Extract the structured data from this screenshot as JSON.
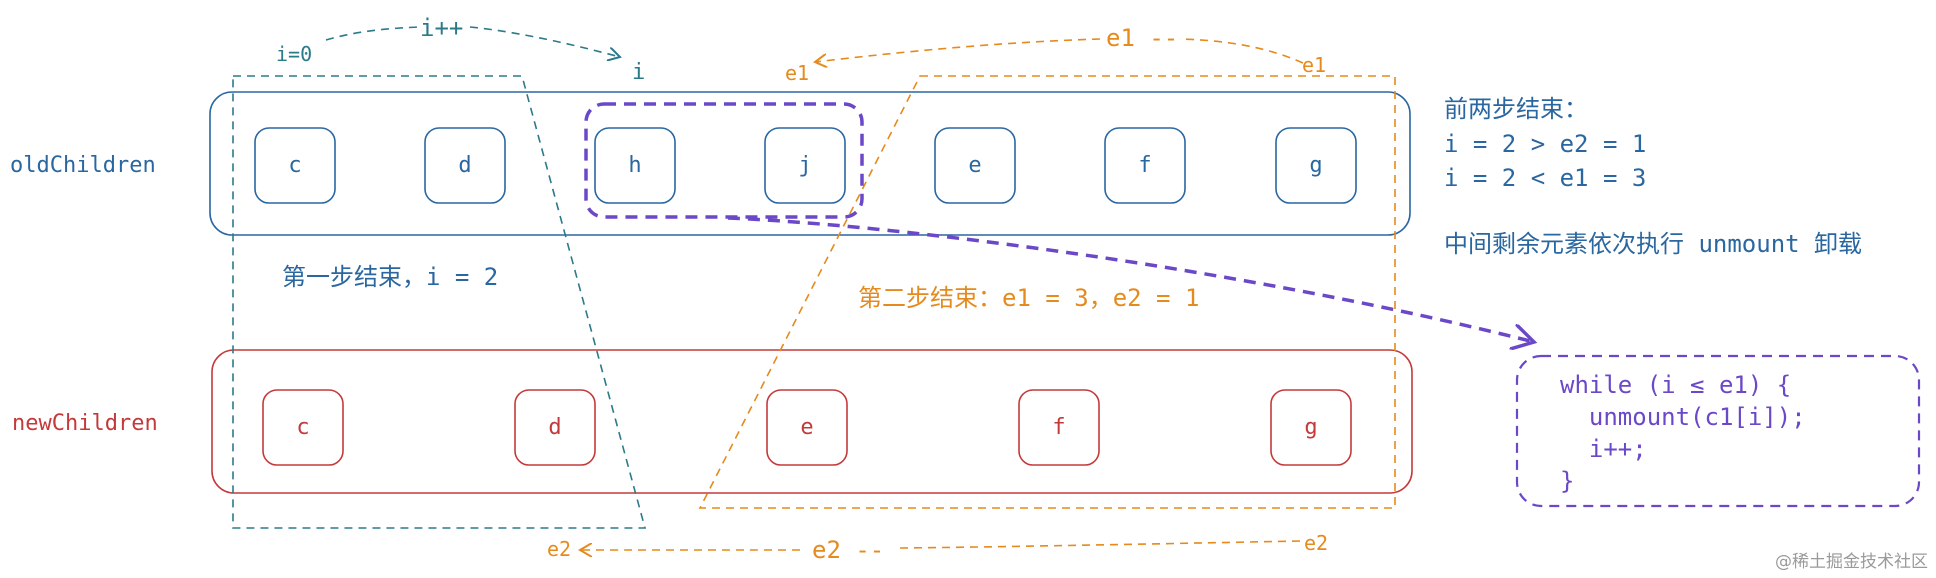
{
  "colors": {
    "old": "#2a67a0",
    "teal": "#2b7a8a",
    "new": "#c43a3a",
    "orange": "#e58a1d",
    "purple": "#6a48c8",
    "watermark": "#9a9a9a"
  },
  "labels": {
    "old_children": "oldChildren",
    "new_children": "newChildren",
    "i0": "i=0",
    "iinc": "i++",
    "i": "i",
    "e1_left": "e1",
    "e1_dec": "e1 --",
    "e1_right": "e1",
    "e2_left": "e2",
    "e2_dec": "e2 --",
    "e2_right": "e2",
    "step1": "第一步结束，i = 2",
    "step2": "第二步结束：e1 = 3，e2 = 1"
  },
  "old_nodes": [
    "c",
    "d",
    "h",
    "j",
    "e",
    "f",
    "g"
  ],
  "new_nodes": [
    "c",
    "d",
    "e",
    "f",
    "g"
  ],
  "notes": {
    "line1": "前两步结束：",
    "line2": "i = 2 > e2 = 1",
    "line3": "i = 2 < e1 = 3",
    "line4": "中间剩余元素依次执行 unmount 卸载"
  },
  "code": {
    "line1": "while (i ≤ e1) {",
    "line2": "  unmount(c1[i]);",
    "line3": "  i++;",
    "line4": "}"
  },
  "watermark": "@稀土掘金技术社区"
}
